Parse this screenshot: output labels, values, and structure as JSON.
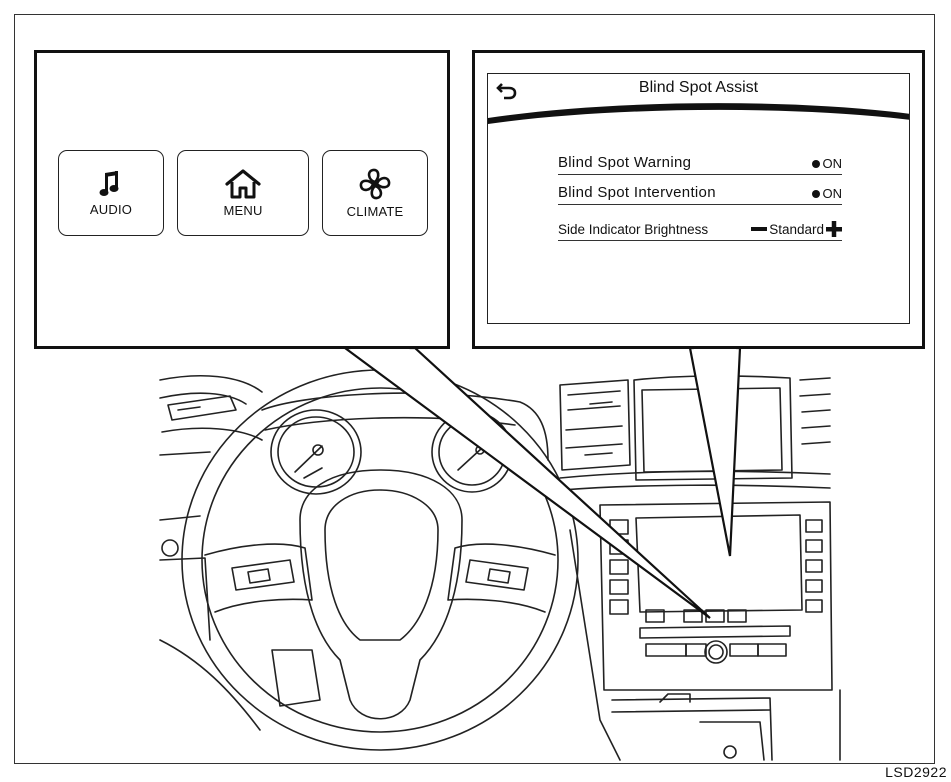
{
  "hard_buttons": [
    {
      "label": "AUDIO",
      "icon": "music-note-icon"
    },
    {
      "label": "MENU",
      "icon": "home-icon"
    },
    {
      "label": "CLIMATE",
      "icon": "fan-icon"
    }
  ],
  "screen": {
    "title": "Blind Spot Assist",
    "back_icon": "back-arrow-icon",
    "settings": [
      {
        "label": "Blind Spot Warning",
        "value": "ON"
      },
      {
        "label": "Blind Spot Intervention",
        "value": "ON"
      },
      {
        "label": "Side Indicator Brightness",
        "value": "Standard",
        "decrease_icon": "minus-icon",
        "increase_icon": "plus-icon"
      }
    ]
  },
  "figure_code": "LSD2922"
}
